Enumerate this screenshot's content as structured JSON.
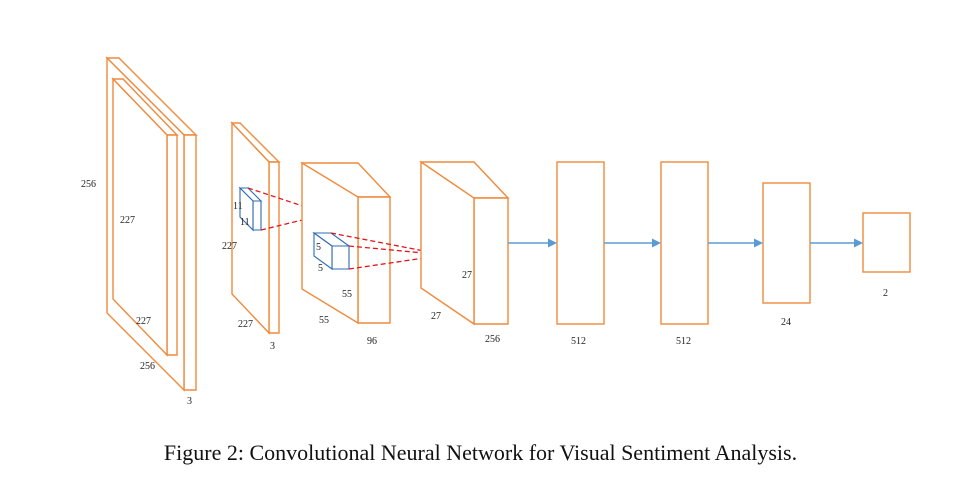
{
  "colors": {
    "layer_stroke": "#f08a3c",
    "kernel_stroke": "#2e6bb5",
    "projection_dash": "#e0161c",
    "arrow": "#5b9bd5"
  },
  "input": {
    "height": "256",
    "inner_height": "227",
    "inner_width": "227",
    "width": "256",
    "channels": "3"
  },
  "conv1": {
    "height": "227",
    "width": "227",
    "depth": "3",
    "kernel_h": "11",
    "kernel_w": "11"
  },
  "conv2": {
    "kernel_h": "5",
    "kernel_w": "5",
    "height": "55",
    "width": "55",
    "depth": "96"
  },
  "conv3": {
    "height": "27",
    "width": "27",
    "depth": "256"
  },
  "fc": [
    {
      "size": "512"
    },
    {
      "size": "512"
    },
    {
      "size": "24"
    },
    {
      "size": "2"
    }
  ],
  "caption": "Figure 2: Convolutional Neural Network for Visual Sentiment Analysis."
}
